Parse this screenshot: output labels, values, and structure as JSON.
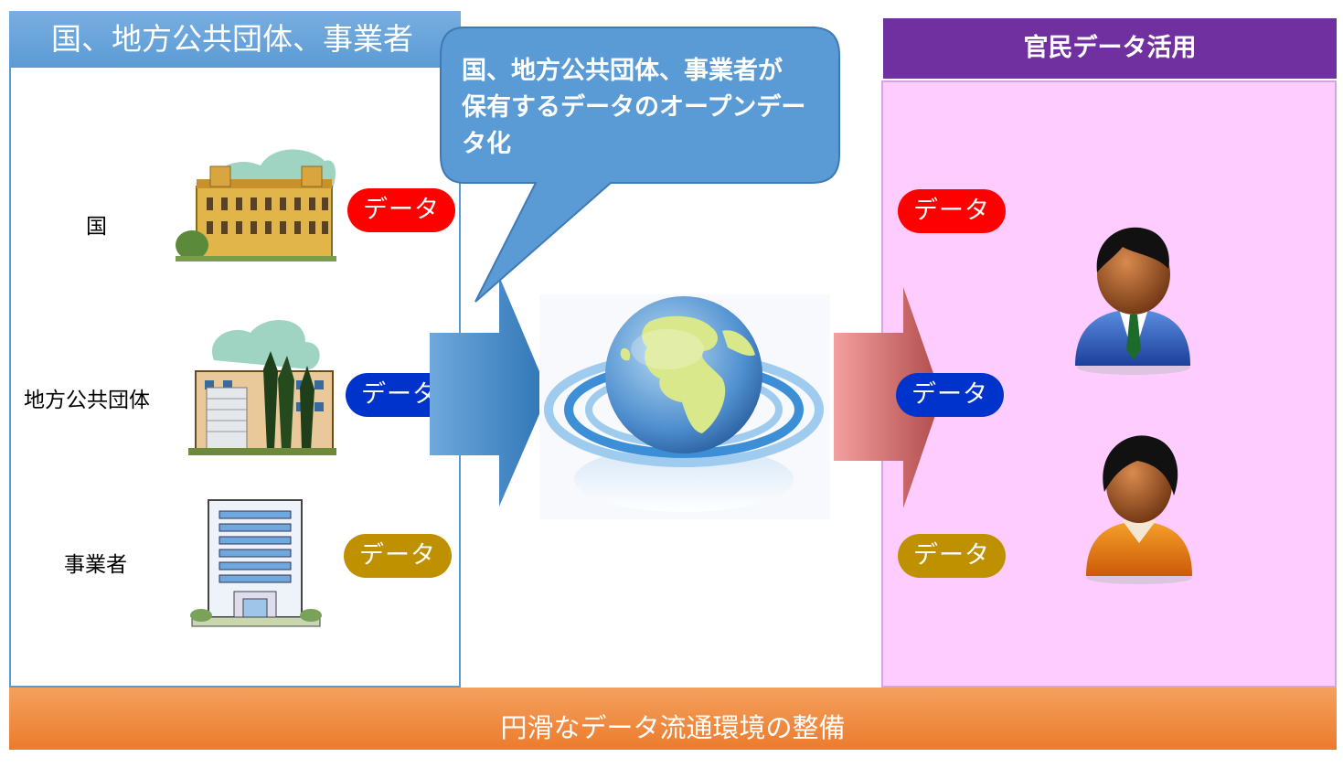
{
  "left_panel": {
    "title": "国、地方公共団体、事業者",
    "rows": [
      {
        "label": "国",
        "data_label": "データ"
      },
      {
        "label": "地方公共団体",
        "data_label": "データ"
      },
      {
        "label": "事業者",
        "data_label": "データ"
      }
    ]
  },
  "callout": {
    "lines": [
      "国、地方公共団体、事業者が",
      "保有するデータのオープンデー",
      "タ化"
    ]
  },
  "right_panel": {
    "title": "官民データ活用",
    "data_labels": [
      "データ",
      "データ",
      "データ"
    ]
  },
  "footer": {
    "text": "円滑なデータ流通環境の整備"
  },
  "colors": {
    "provider_blue": "#5b9bd5",
    "user_purple": "#7030a0",
    "user_pink": "#ffccff",
    "pill_red": "#ff0000",
    "pill_blue": "#0033cc",
    "pill_gold": "#bf9000",
    "banner_orange": "#ec7b2d"
  },
  "icons": [
    "government-building-icon",
    "municipal-office-icon",
    "company-building-icon",
    "globe-icon",
    "businessman-icon",
    "businesswoman-icon"
  ]
}
